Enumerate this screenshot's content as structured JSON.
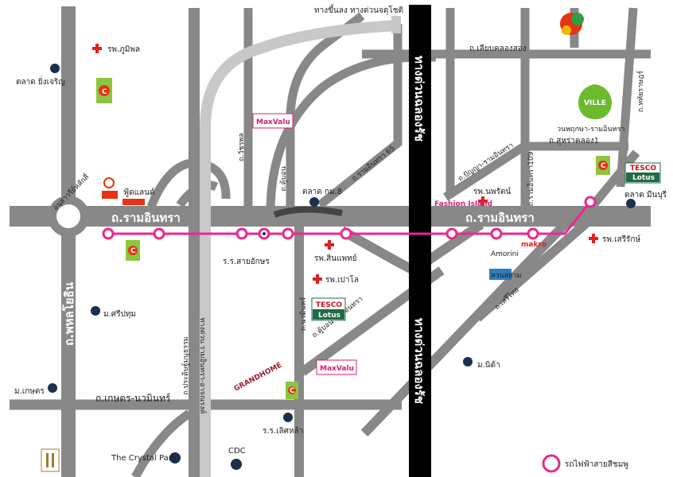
{
  "map": {
    "colors": {
      "road": "#888888",
      "expressway_bar": "#000000",
      "pink_line": "#e8288f",
      "toll_ramp": "#c8c8c8",
      "hospital": "#e02020",
      "landmark_dot": "#1d2f4e",
      "bigc_green": "#8cc63f",
      "bigc_red": "#e63312",
      "maxvalu_pink": "#d0217a",
      "lotus_green": "#1f6b45",
      "grandhome": "#9c1b2d",
      "pin_green": "#6cbb2e"
    },
    "roads": {
      "ram_inthra_west": "ถ.รามอินทรา",
      "ram_inthra_east": "ถ.รามอินทรา",
      "phahon_yothin": "ถ.พหลโยธิน",
      "kaset_nawamin": "ถ.เกษตร-นวมินทร์",
      "liab_khlong_song": "ถ.เลียบคลองสอง",
      "suhawat_khlong1": "ถ.สุหร่าคลอง1",
      "hathai_rat": "ถ.หทัยราษฎร์",
      "prachachuen": "ถ.ประดิษฐ์มนูธรรม",
      "kanchanaphisek": "ทางด่วน รามอินทรา-อาจณรงค์",
      "watcharaphon": "ถ.วัชรพล",
      "khubon": "ถ.คู้บอน",
      "ram_inthra_65": "ถ.รามอินทรา 65",
      "khubon_ram_inthra": "ถ.คู้บอน-รามอินทรา",
      "ram_inthra_109": "ถ.รามอินทรา109",
      "nawamin": "ถ.นวมินทร์",
      "chueng": "ถ.ปัญญา-รามอินทรา",
      "serithai": "ถ.เสรีไทย",
      "chatuchot_toll": "ทางขึ้นลง ทางด่วนจตุโชติ",
      "expressway": "ทางด่วนฉลองรัช"
    },
    "landmarks": {
      "bhumibol": "รพ.ภูมิพล",
      "ying_charoen": "ตลาด ยิ่งเจริญ",
      "food_land": "ฟู้ดแลนด์",
      "roundabout": "อนุสาวรีย์หลักสี่",
      "sripatum": "ม.ศรีปทุม",
      "kasetsart": "ม.เกษตร",
      "crystal_park": "The Crystal Park",
      "cdc": "CDC",
      "sai_aksorn": "ร.ร.สายอักษร",
      "synphaet": "รพ.สินแพทย์",
      "paolo": "รพ.เปาโล",
      "km8": "ตลาด กม.8",
      "noppharat": "รพ.นพรัตน์",
      "min_buri": "ตลาด มีนบุรี",
      "serirak": "รพ.เสรีรักษ์",
      "nida": "ม.นิด้า",
      "lat_pla_khao": "ร.ร.เลิศหล้า",
      "ville_pin_caption": "วนพฤกษา-รามอินทรา"
    },
    "brands": {
      "maxvalu": "MaxValu",
      "tesco_top": "TESCO",
      "lotus": "Lotus",
      "fashion_island": "Fashion Island",
      "makro": "makro",
      "grand_home": "GRANDHOME",
      "ville": "VILLE",
      "amorini": "Amorini",
      "suan_siam": "สวนสยาม",
      "bigc": "C"
    },
    "legend": {
      "pink_line_label": "รถไฟฟ้าสายสีชมพู"
    }
  }
}
